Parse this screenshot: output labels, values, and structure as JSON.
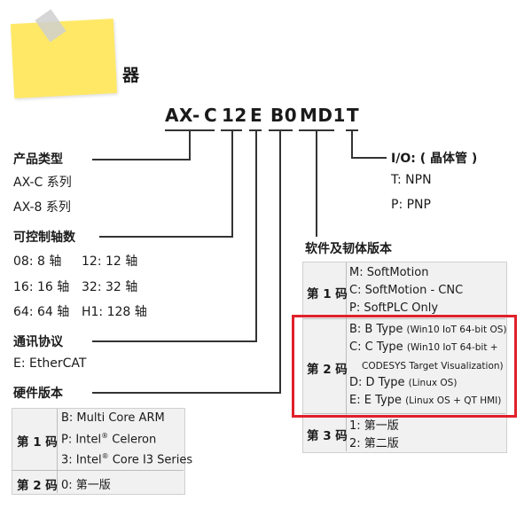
{
  "title_char": "器",
  "code": {
    "c0": "AX",
    "c1": "-",
    "c2": "C",
    "c3": "12",
    "c4": "E",
    "c5": "B0",
    "c6": "MD1",
    "c7": "T"
  },
  "product_type": {
    "title": "产品类型",
    "items": [
      "AX-C 系列",
      "AX-8 系列"
    ]
  },
  "axes": {
    "title": "可控制轴数",
    "items": [
      "08: 8 轴",
      "12: 12 轴",
      "16: 16 轴",
      "32: 32 轴",
      "64: 64 轴",
      "H1: 128 轴"
    ]
  },
  "comm": {
    "title": "通讯协议",
    "items": [
      "E: EtherCAT"
    ]
  },
  "hardware": {
    "title": "硬件版本",
    "row1_label": "第 1 码",
    "row1_items": [
      "B: Multi Core ARM",
      "P: Intel",
      "Celeron",
      "3: Intel",
      "Core I3 Series"
    ],
    "sup": "®",
    "row2_label": "第 2 码",
    "row2_items": [
      "0: 第一版"
    ]
  },
  "io": {
    "title": "I/O: ( 晶体管 )",
    "items": [
      "T: NPN",
      "P: PNP"
    ]
  },
  "software": {
    "title": "软件及韧体版本",
    "row1_label": "第 1 码",
    "row1_items": [
      "M: SoftMotion",
      "C: SoftMotion - CNC",
      "P: SoftPLC Only"
    ],
    "row2_label": "第 2 码",
    "row2_items": [
      {
        "main": "B: B Type",
        "note": "(Win10 IoT 64-bit OS)"
      },
      {
        "main": "C: C Type",
        "note": "(Win10 IoT 64-bit +"
      },
      {
        "main": "",
        "note": "CODESYS Target Visualization)"
      },
      {
        "main": "D: D Type",
        "note": "(Linux OS)"
      },
      {
        "main": "E: E Type",
        "note": "(Linux OS + QT HMI)"
      }
    ],
    "row3_label": "第 3 码",
    "row3_items": [
      "1: 第一版",
      "2: 第二版"
    ]
  },
  "colors": {
    "sticky": "#ffe866",
    "highlight": "#e0202a",
    "table_bg": "#f1f1f1"
  }
}
